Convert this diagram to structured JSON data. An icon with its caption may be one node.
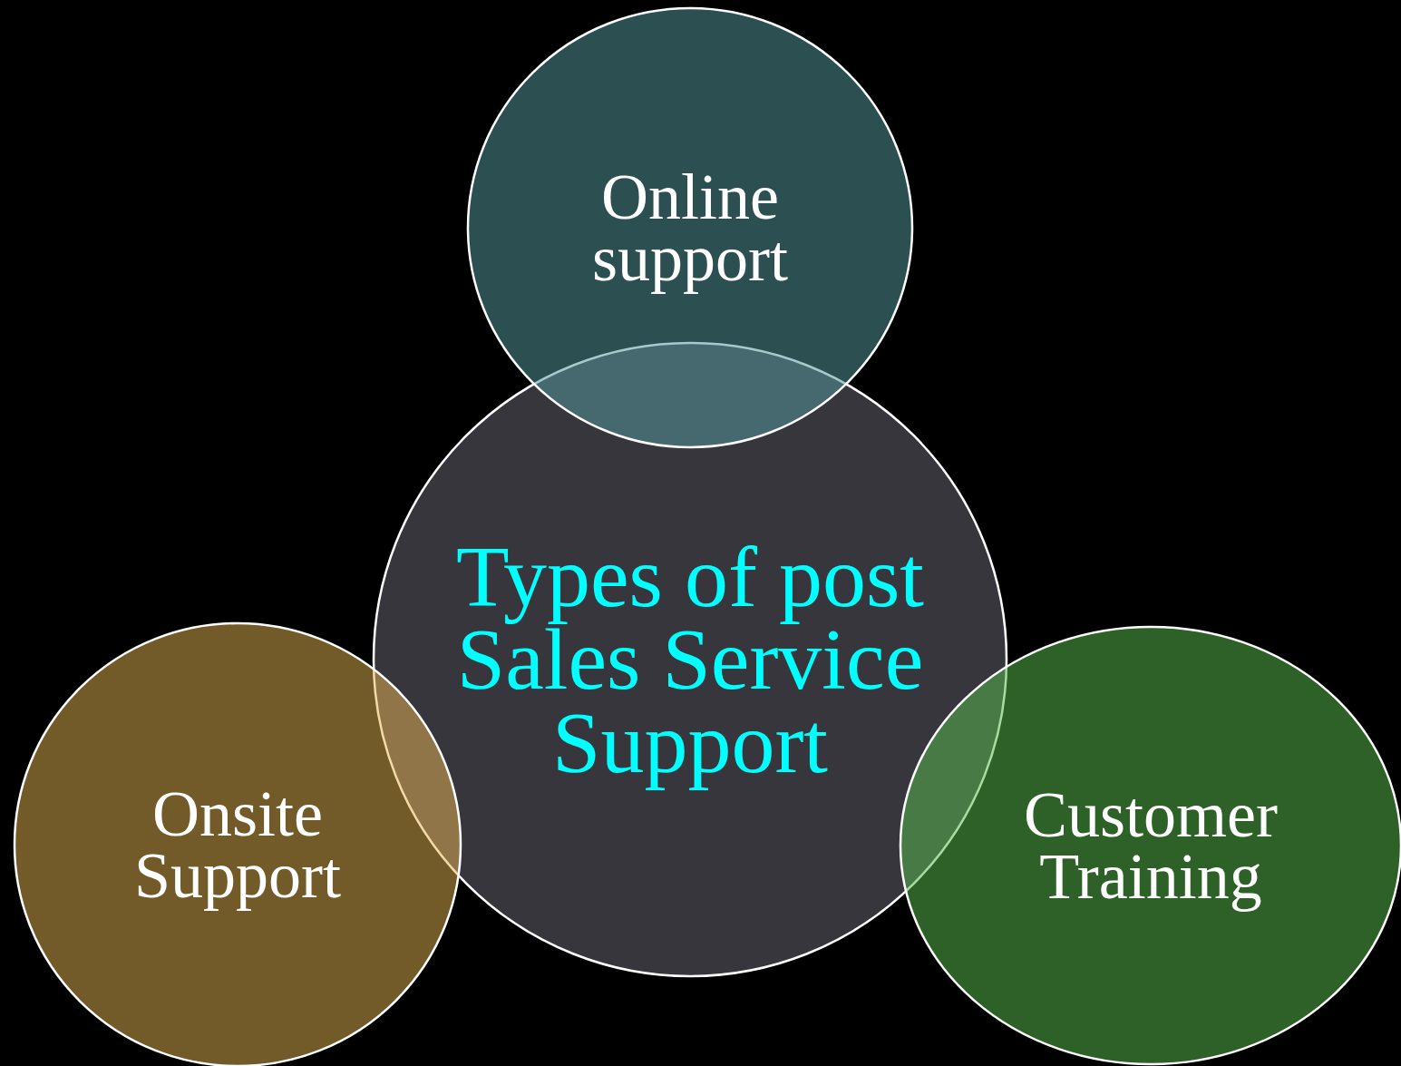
{
  "diagram": {
    "nodes": [
      {
        "text": [
          "Online support"
        ]
      },
      {
        "text": [
          "Types of post Sales Service Support"
        ]
      },
      {
        "text": [
          "Onsite Support"
        ]
      },
      {
        "text": [
          "Customer Training"
        ]
      }
    ]
  }
}
